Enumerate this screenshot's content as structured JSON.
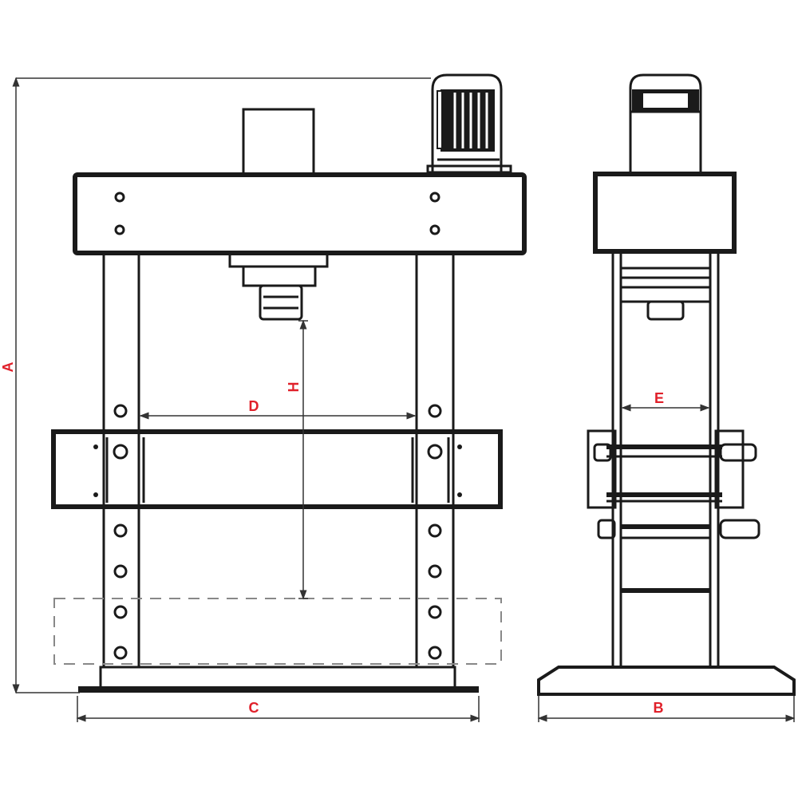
{
  "labels": {
    "A": "A",
    "B": "B",
    "C": "C",
    "D": "D",
    "E": "E",
    "H": "H"
  },
  "colors": {
    "line": "#1a1a1a",
    "dimension_label": "#e0202a"
  }
}
